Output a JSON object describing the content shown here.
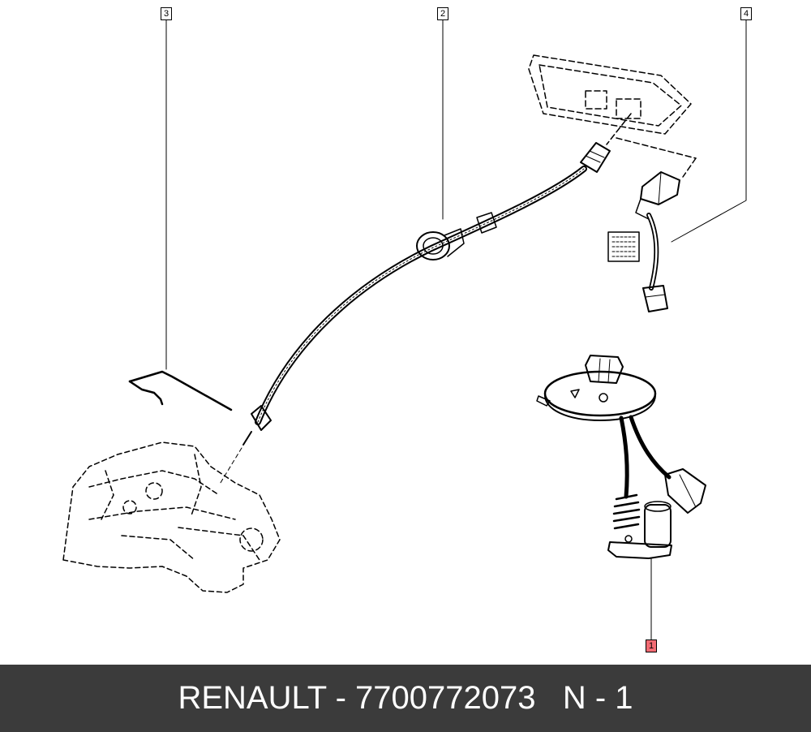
{
  "callouts": {
    "c1": "1",
    "c2": "2",
    "c3": "3",
    "c4": "4"
  },
  "footer": {
    "text": "RENAULT - 7700772073   N - 1"
  },
  "colors": {
    "highlight": "#f26b73",
    "footer_bg": "#3b3b3b",
    "footer_text": "#ffffff",
    "line": "#000000"
  }
}
